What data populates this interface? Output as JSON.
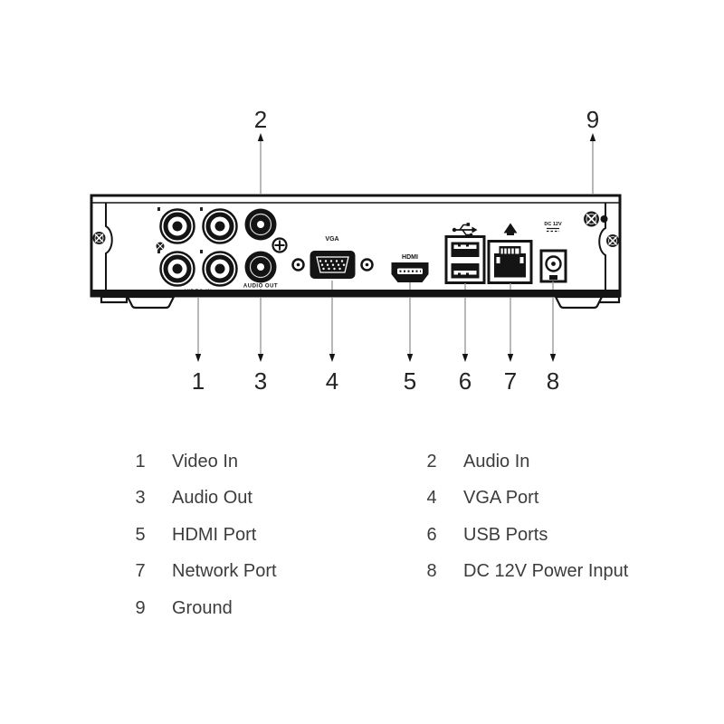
{
  "diagram": {
    "panel_text": {
      "video_in": "VIDEO IN",
      "audio_out": "AUDIO OUT",
      "vga": "VGA",
      "hdmi": "HDMI",
      "dc_power": "DC 12V"
    },
    "callouts_top": [
      {
        "number": "2"
      },
      {
        "number": "9"
      }
    ],
    "callouts_bottom": [
      {
        "number": "1"
      },
      {
        "number": "3"
      },
      {
        "number": "4"
      },
      {
        "number": "5"
      },
      {
        "number": "6"
      },
      {
        "number": "7"
      },
      {
        "number": "8"
      }
    ]
  },
  "legend": {
    "items": [
      {
        "number": "1",
        "label": "Video In"
      },
      {
        "number": "2",
        "label": "Audio In"
      },
      {
        "number": "3",
        "label": "Audio Out"
      },
      {
        "number": "4",
        "label": "VGA Port"
      },
      {
        "number": "5",
        "label": "HDMI Port"
      },
      {
        "number": "6",
        "label": "USB Ports"
      },
      {
        "number": "7",
        "label": "Network Port"
      },
      {
        "number": "8",
        "label": "DC 12V Power Input"
      },
      {
        "number": "9",
        "label": "Ground"
      }
    ]
  },
  "colors": {
    "outline": "#141414",
    "callout_line": "#9a9a9a",
    "legend_text": "#3c3c3c"
  }
}
